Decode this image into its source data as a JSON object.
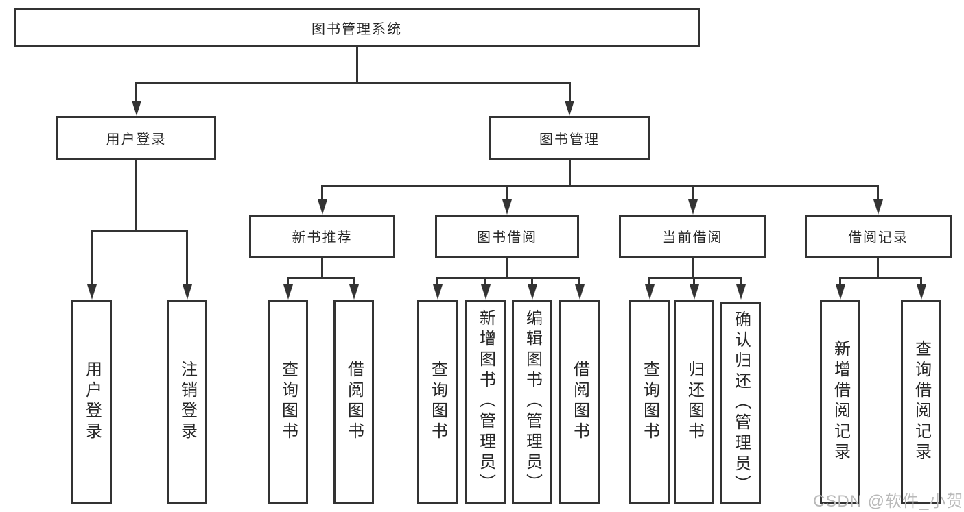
{
  "colors": {
    "line": "#333333",
    "text": "#262626",
    "background": "#ffffff",
    "watermark": "#b9b9b9"
  },
  "tree": {
    "root": {
      "label": "图书管理系统"
    },
    "level2": [
      {
        "label": "用户登录"
      },
      {
        "label": "图书管理"
      }
    ],
    "level3": [
      {
        "label": "新书推荐"
      },
      {
        "label": "图书借阅"
      },
      {
        "label": "当前借阅"
      },
      {
        "label": "借阅记录"
      }
    ],
    "leaves": {
      "user_login": [
        "用户登录",
        "注销登录"
      ],
      "new_book_recommend": [
        "查询图书",
        "借阅图书"
      ],
      "book_borrowing": [
        "查询图书",
        "新增图书（管理员）",
        "编辑图书（管理员）",
        "借阅图书"
      ],
      "current_borrowing": [
        "查询图书",
        "归还图书",
        "确认归还（管理员）"
      ],
      "borrowing_records": [
        "新增借阅记录",
        "查询借阅记录"
      ]
    }
  },
  "watermark": {
    "text": "CSDN @软件_小贺同学"
  }
}
